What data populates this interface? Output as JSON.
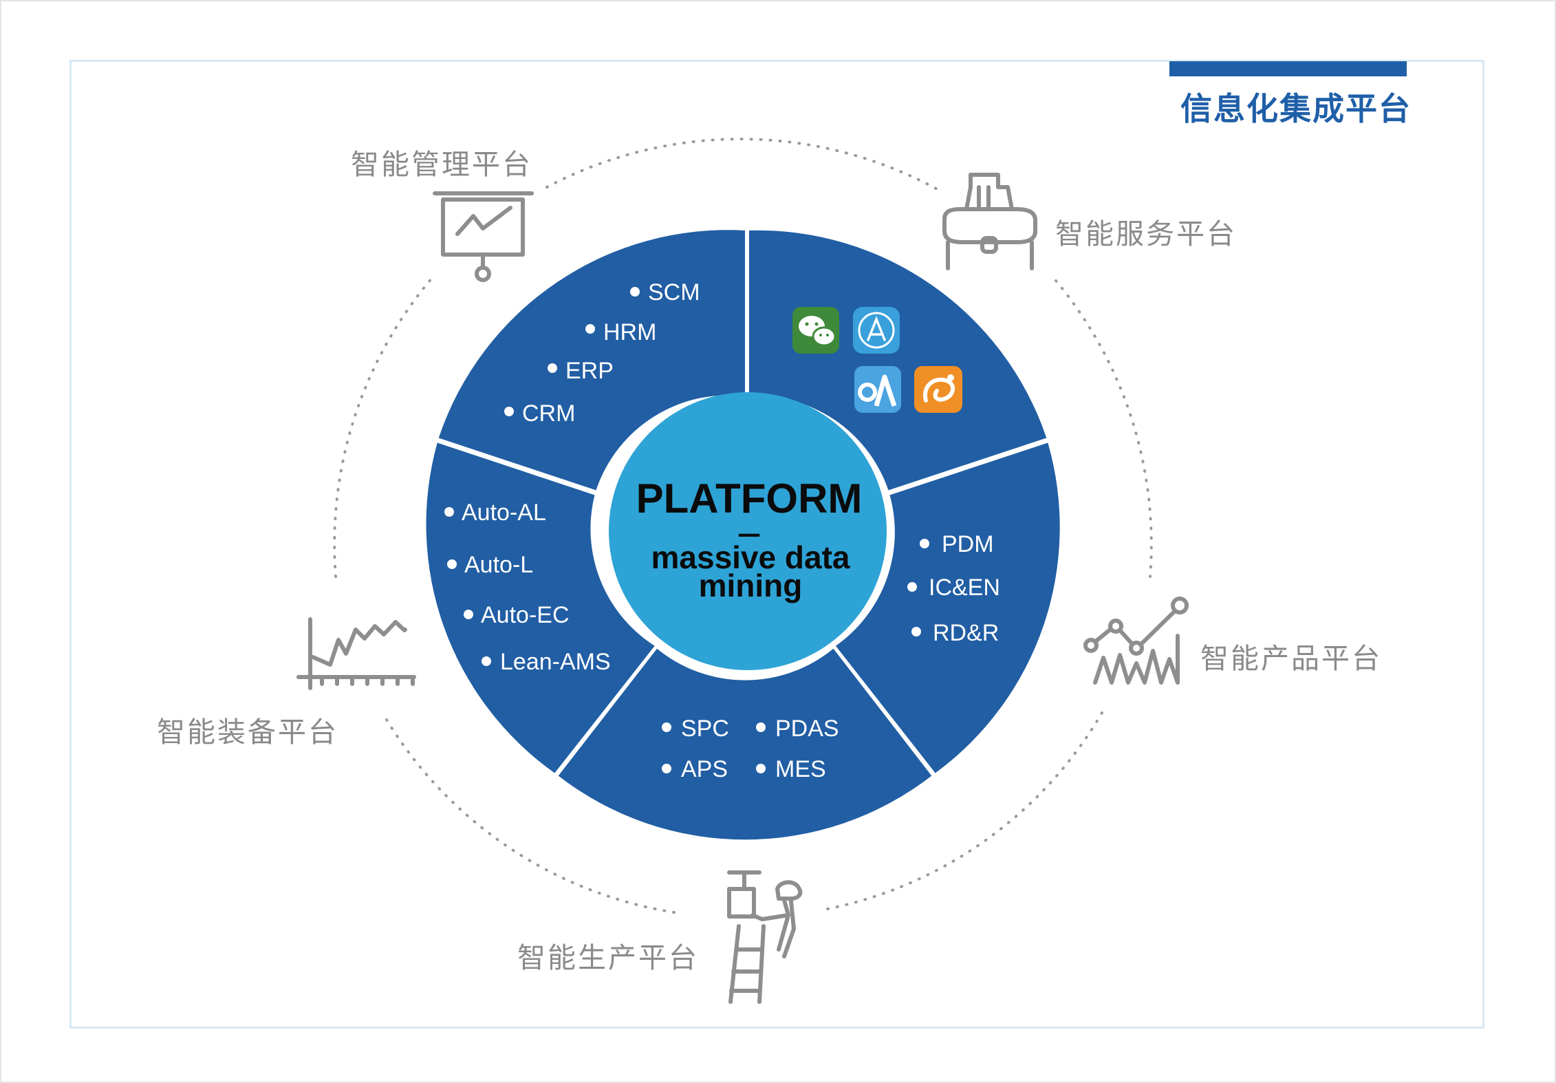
{
  "header": {
    "title": "信息化集成平台"
  },
  "center": {
    "title": "PLATFORM",
    "dash": "—",
    "line1": "massive data",
    "line2": "mining"
  },
  "segments": {
    "management": [
      "SCM",
      "HRM",
      "ERP",
      "CRM"
    ],
    "service_apps": [
      "wechat-icon",
      "app-store-icon",
      "oa-icon",
      "uc-browser-icon"
    ],
    "product": [
      "PDM",
      "IC&EN",
      "RD&R"
    ],
    "production": [
      "SPC",
      "PDAS",
      "APS",
      "MES"
    ],
    "equipment": [
      "Auto-AL",
      "Auto-L",
      "Auto-EC",
      "Lean-AMS"
    ]
  },
  "platforms": {
    "management": "智能管理平台",
    "service": "智能服务平台",
    "product": "智能产品平台",
    "production": "智能生产平台",
    "equipment": "智能装备平台"
  },
  "colors": {
    "ring": "#215ea4",
    "center": "#2ea3d6",
    "accent": "#1f5fa8",
    "gray": "#8a8a8a"
  }
}
